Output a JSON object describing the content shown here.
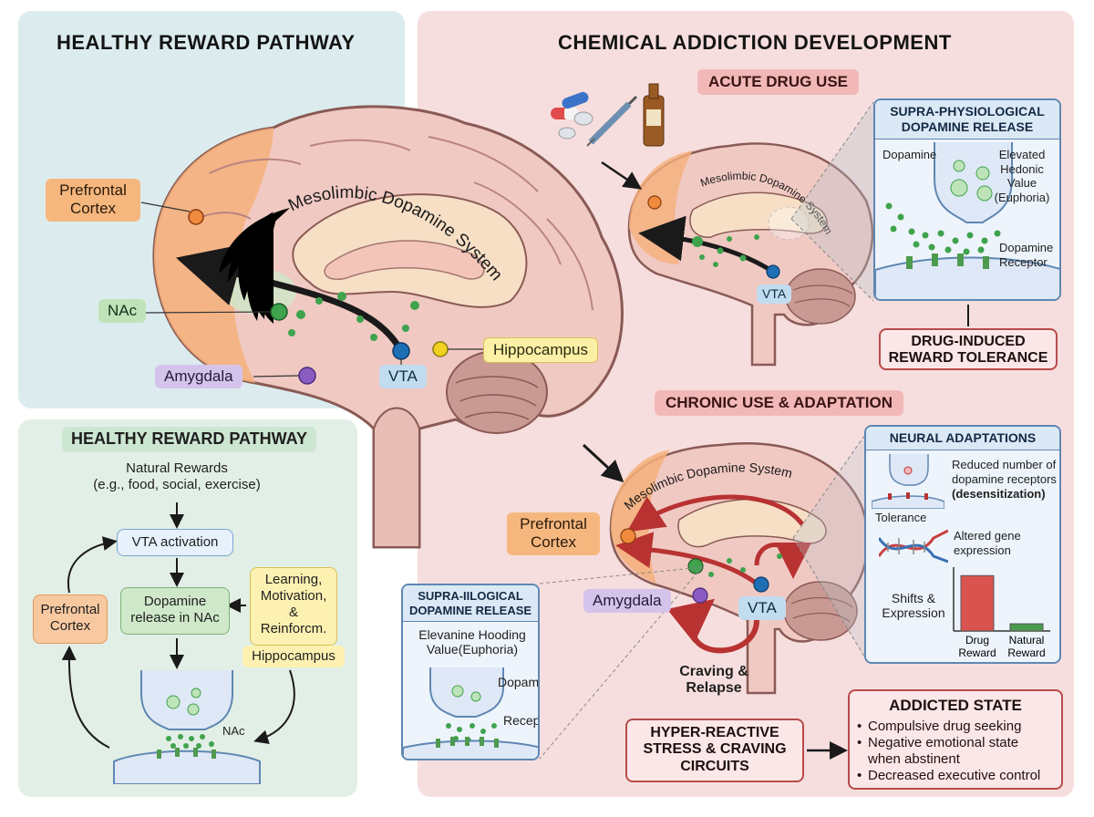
{
  "healthy_top": {
    "title": "HEALTHY REWARD PATHWAY",
    "prefrontal": "Prefrontal\nCortex",
    "system_label": "Mesolimbic Dopamine System",
    "nac": "NAc",
    "vta": "VTA",
    "amygdala": "Amygdala",
    "hippocampus": "Hippocampus"
  },
  "healthy_bottom": {
    "title": "HEALTHY REWARD PATHWAY",
    "natural_rewards": "Natural Rewards\n(e.g., food, social, exercise)",
    "vta_activation": "VTA activation",
    "dopamine_release": "Dopamine\nrelease in NAc",
    "prefrontal": "Prefrontal\nCortex",
    "learning": "Learning,\nMotivation,\n&\nReinforcm.",
    "hippocampus": "Hippocampus",
    "nac": "NAc"
  },
  "addiction": {
    "title": "CHEMICAL ADDICTION DEVELOPMENT",
    "acute": {
      "label": "ACUTE DRUG USE",
      "system_label": "Mesolimbic Dopamine System",
      "vta": "VTA",
      "inset_title": "SUPRA-PHYSIOLOGICAL\nDOPAMINE RELEASE",
      "inset_dopamine": "Dopamine",
      "inset_value": "Elevated\nHedonic\nValue\n(Euphoria)",
      "inset_receptor": "Dopamine\nReceptor",
      "tolerance_box": "DRUG-INDUCED\nREWARD TOLERANCE"
    },
    "chronic": {
      "label": "CHRONIC USE & ADAPTATION",
      "system_label": "Mesolimbic Dopamine System",
      "prefrontal": "Prefrontal\nCortex",
      "amygdala": "Amygdala",
      "vta": "VTA",
      "craving": "Craving &\nRelapse",
      "left_inset_title": "SUPRA-IILOGICAL\nDOPAMINE RELEASE",
      "left_inset_value": "Elevanine Hooding\nValue(Euphoria)",
      "left_inset_dopamine": "Dopamine",
      "left_inset_receptor": "Receptor",
      "adapt_title": "NEURAL ADAPTATIONS",
      "adapt_receptors": "Reduced number of\ndopamine receptors",
      "adapt_desens": "(desensitization)",
      "adapt_tolerance": "Tolerance",
      "adapt_gene": "Altered gene\nexpression",
      "adapt_shifts": "Shifts &\nExpression",
      "bar_chart": {
        "categories": [
          "Drug\nReward",
          "Natural\nReward"
        ],
        "values": [
          0.92,
          0.12
        ],
        "colors": [
          "#d9534f",
          "#4e9a4e"
        ]
      }
    },
    "stress_box": "HYPER-REACTIVE\nSTRESS & CRAVING\nCIRCUITS",
    "addicted": {
      "title": "ADDICTED STATE",
      "items": [
        "Compulsive drug seeking",
        "Negative emotional state\nwhen abstinent",
        "Decreased executive control"
      ]
    }
  },
  "colors": {
    "accent_red": "#b83232",
    "dopamine_green": "#3fa34d",
    "vta_blue": "#1f6fb5",
    "amygdala_purple": "#8a5cc2",
    "hippocampus_yellow": "#f2d21e",
    "prefrontal_orange": "#f08a3c"
  }
}
